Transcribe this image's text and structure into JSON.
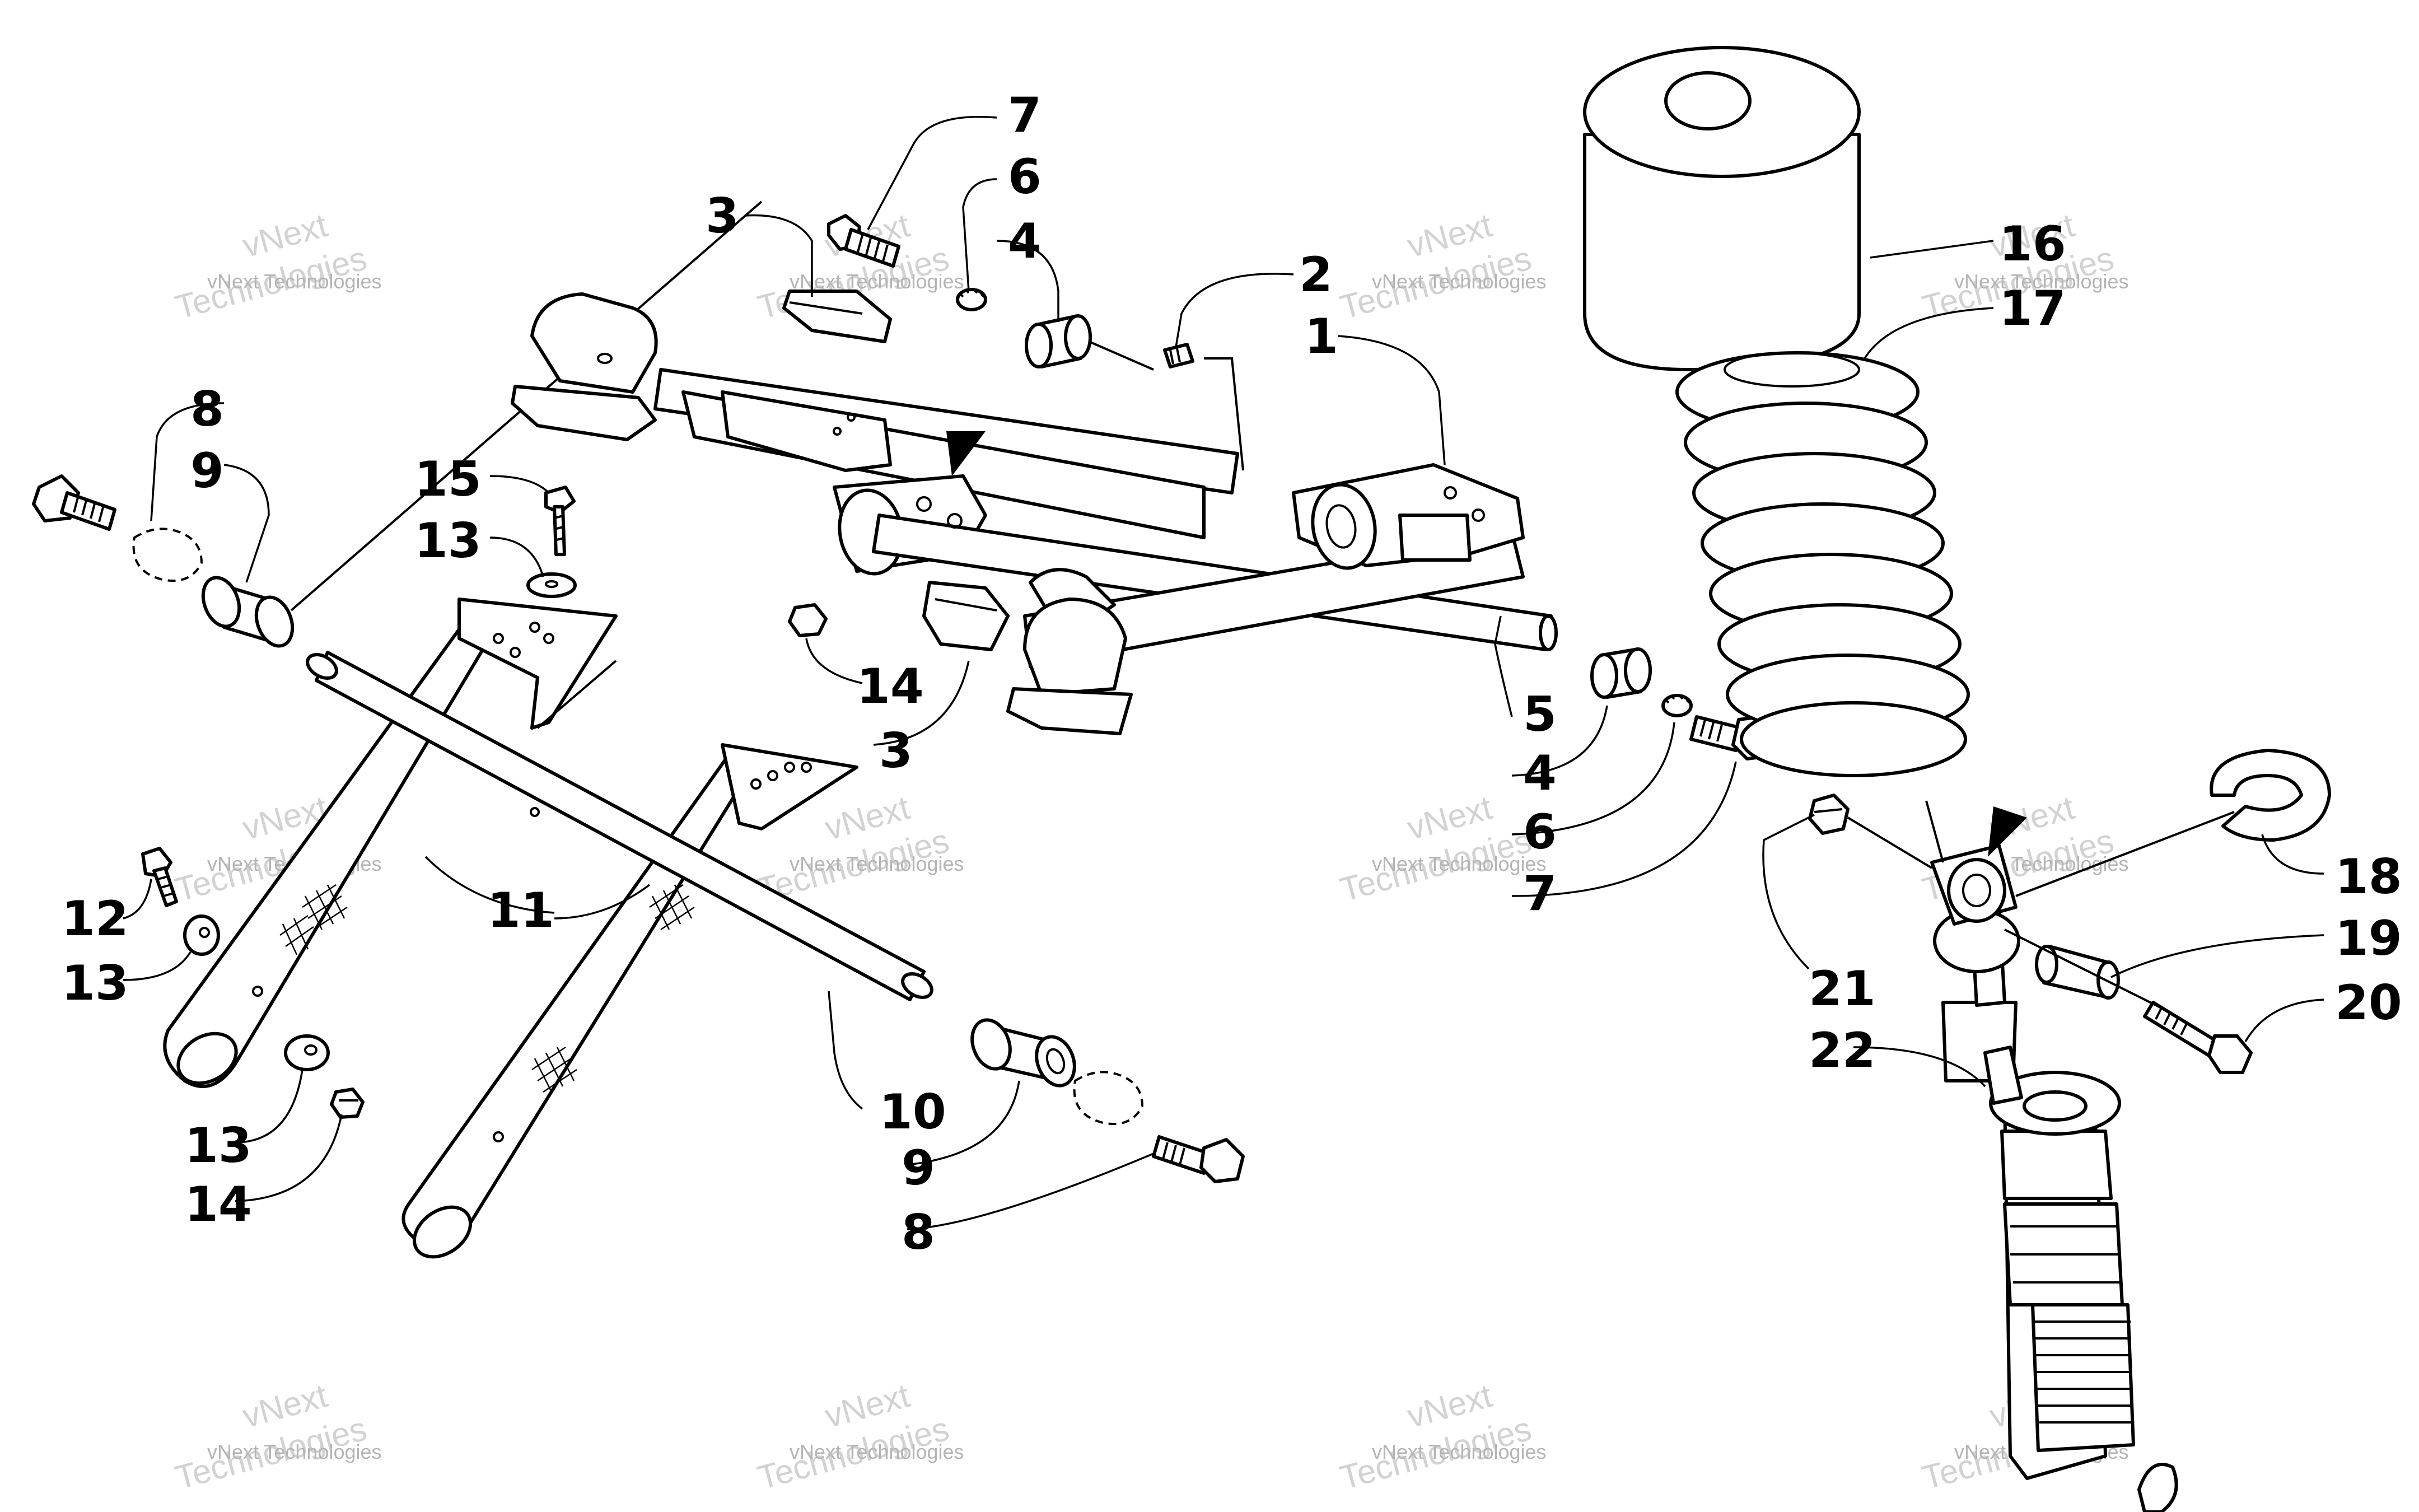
{
  "diagram": {
    "callouts": {
      "c1": "1",
      "c2": "2",
      "c3a": "3",
      "c3b": "3",
      "c4a": "4",
      "c4b": "4",
      "c5": "5",
      "c6a": "6",
      "c6b": "6",
      "c7a": "7",
      "c7b": "7",
      "c8a": "8",
      "c8b": "8",
      "c9a": "9",
      "c9b": "9",
      "c10": "10",
      "c11": "11",
      "c12": "12",
      "c13a": "13",
      "c13b": "13",
      "c13c": "13",
      "c14a": "14",
      "c14b": "14",
      "c15": "15",
      "c16": "16",
      "c17": "17",
      "c18": "18",
      "c19": "19",
      "c20": "20",
      "c21": "21",
      "c22": "22"
    },
    "watermark": {
      "line1": "vNext Technologies",
      "line2": "vNext",
      "line3": "Technologies"
    }
  }
}
